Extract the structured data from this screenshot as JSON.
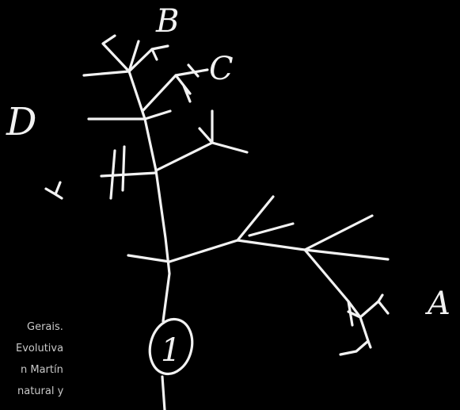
{
  "diagram": {
    "labels": {
      "root": "1",
      "A": "A",
      "B": "B",
      "C": "C",
      "D": "D"
    }
  },
  "caption": {
    "lines": [
      "Gerais.",
      "Evolutiva",
      "n Martín",
      "natural y"
    ]
  },
  "colors": {
    "background": "#000000",
    "ink": "#f2f2f2",
    "caption": "#c9c9c9"
  }
}
